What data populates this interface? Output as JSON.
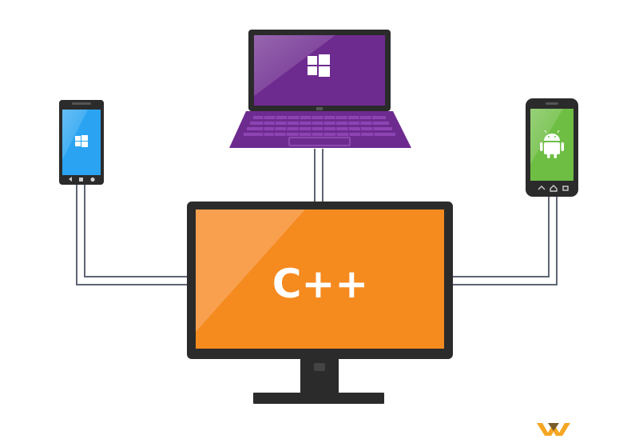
{
  "center_device": {
    "label": "C++",
    "screen_color": "#F58A1F",
    "bezel_color": "#2B2B2B"
  },
  "devices": [
    {
      "name": "windows-phone",
      "os": "windows",
      "screen_color": "#2AA4F2"
    },
    {
      "name": "windows-tablet-laptop",
      "os": "windows",
      "screen_color": "#6E2B8F",
      "keyboard_color": "#6E2B8F"
    },
    {
      "name": "android-phone",
      "os": "android",
      "screen_color": "#6FBE44"
    }
  ],
  "colors": {
    "connector_stroke": "#5E6573",
    "connector_fill": "#FFFFFF",
    "watermark_orange": "#F5A623"
  }
}
